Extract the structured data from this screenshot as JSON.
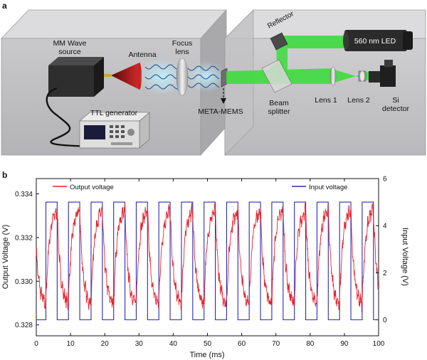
{
  "panel_a": {
    "letter": "a",
    "labels": {
      "mm_wave_line1": "MM Wave",
      "mm_wave_line2": "source",
      "antenna": "Antenna",
      "focus_line1": "Focus",
      "focus_line2": "lens",
      "ttl": "TTL generator",
      "meta_mems": "META-MEMS",
      "reflector": "Reflector",
      "led": "560 nm LED",
      "beam_line1": "Beam",
      "beam_line2": "splitter",
      "lens1": "Lens 1",
      "lens2": "Lens 2",
      "si_line1": "Si",
      "si_line2": "detector"
    }
  },
  "panel_b": {
    "letter": "b"
  },
  "colors": {
    "output": "#e8222c",
    "input": "#2b2bb5",
    "beam": "#3ddc3d",
    "wave": "#3aa0e6",
    "antenna": "#b01818"
  },
  "chart_data": {
    "type": "line",
    "title": "",
    "xlabel": "Time (ms)",
    "ylabel_left": "Output Voltage (V)",
    "ylabel_right": "Input Voltage (V)",
    "xlim": [
      0,
      100
    ],
    "ylim_left": [
      0.3275,
      0.3347
    ],
    "ylim_right": [
      -0.68,
      6.0
    ],
    "x_ticks": [
      "0",
      "10",
      "20",
      "30",
      "40",
      "50",
      "60",
      "70",
      "80",
      "90",
      "100"
    ],
    "y_left_ticks": [
      "0.328",
      "0.330",
      "0.332",
      "0.334"
    ],
    "y_right_ticks": [
      "0",
      "2",
      "4",
      "6"
    ],
    "legend": {
      "output": "Output voltage",
      "input": "Input voltage"
    },
    "series": [
      {
        "name": "Input voltage",
        "axis": "right",
        "kind": "square",
        "period_ms": 6.6,
        "duty": 0.5,
        "phase_ms": 2.8,
        "low": 0,
        "high": 5
      },
      {
        "name": "Output voltage",
        "axis": "left",
        "kind": "noisy-response",
        "period_ms": 6.6,
        "phase_ms": 2.8,
        "min": 0.3288,
        "max": 0.3334
      }
    ]
  }
}
